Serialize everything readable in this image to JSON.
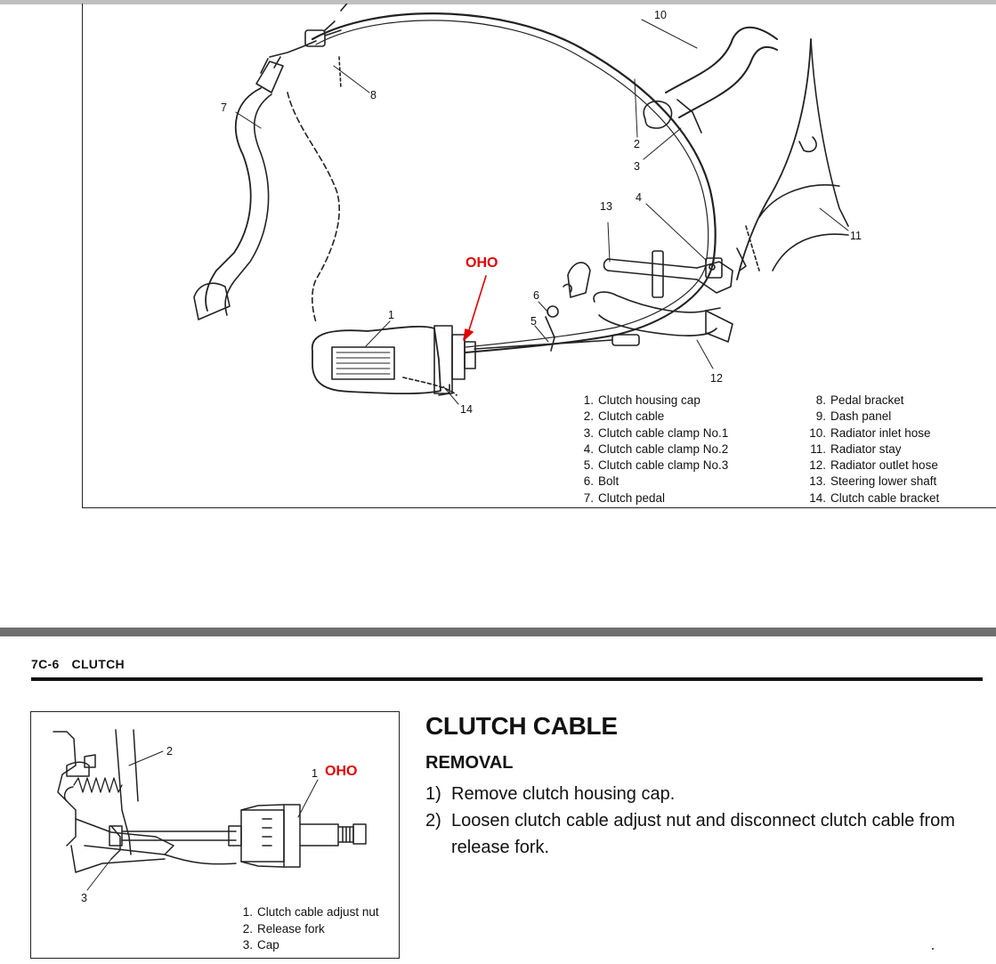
{
  "top_figure": {
    "oho_label": "OHO",
    "callouts": {
      "c1": "1",
      "c2": "2",
      "c3": "3",
      "c4": "4",
      "c5": "5",
      "c6": "6",
      "c7": "7",
      "c8": "8",
      "c10": "10",
      "c11": "11",
      "c12": "12",
      "c13": "13",
      "c14": "14"
    },
    "legend_left": [
      {
        "num": "1.",
        "label": "Clutch housing cap"
      },
      {
        "num": "2.",
        "label": "Clutch cable"
      },
      {
        "num": "3.",
        "label": "Clutch cable clamp No.1"
      },
      {
        "num": "4.",
        "label": "Clutch cable clamp No.2"
      },
      {
        "num": "5.",
        "label": "Clutch cable clamp No.3"
      },
      {
        "num": "6.",
        "label": "Bolt"
      },
      {
        "num": "7.",
        "label": "Clutch pedal"
      }
    ],
    "legend_right": [
      {
        "num": "8.",
        "label": "Pedal bracket"
      },
      {
        "num": "9.",
        "label": "Dash panel"
      },
      {
        "num": "10.",
        "label": "Radiator inlet hose"
      },
      {
        "num": "11.",
        "label": "Radiator stay"
      },
      {
        "num": "12.",
        "label": "Radiator outlet hose"
      },
      {
        "num": "13.",
        "label": "Steering lower shaft"
      },
      {
        "num": "14.",
        "label": "Clutch cable bracket"
      }
    ]
  },
  "page_header": {
    "section": "7C-6",
    "chapter": "CLUTCH"
  },
  "bottom_figure": {
    "oho_label": "OHO",
    "callouts": {
      "c1": "1",
      "c2": "2",
      "c3": "3"
    },
    "legend": [
      {
        "num": "1.",
        "label": "Clutch cable adjust nut"
      },
      {
        "num": "2.",
        "label": "Release fork"
      },
      {
        "num": "3.",
        "label": "Cap"
      }
    ]
  },
  "section": {
    "title": "CLUTCH CABLE",
    "subtitle": "REMOVAL",
    "steps": [
      {
        "num": "1)",
        "text": "Remove clutch housing cap."
      },
      {
        "num": "2)",
        "text": "Loosen clutch cable adjust nut and disconnect clutch cable from release fork."
      }
    ]
  },
  "colors": {
    "annotation_red": "#e00000",
    "ink": "#111111",
    "separator_gray": "#6f6f6f"
  }
}
